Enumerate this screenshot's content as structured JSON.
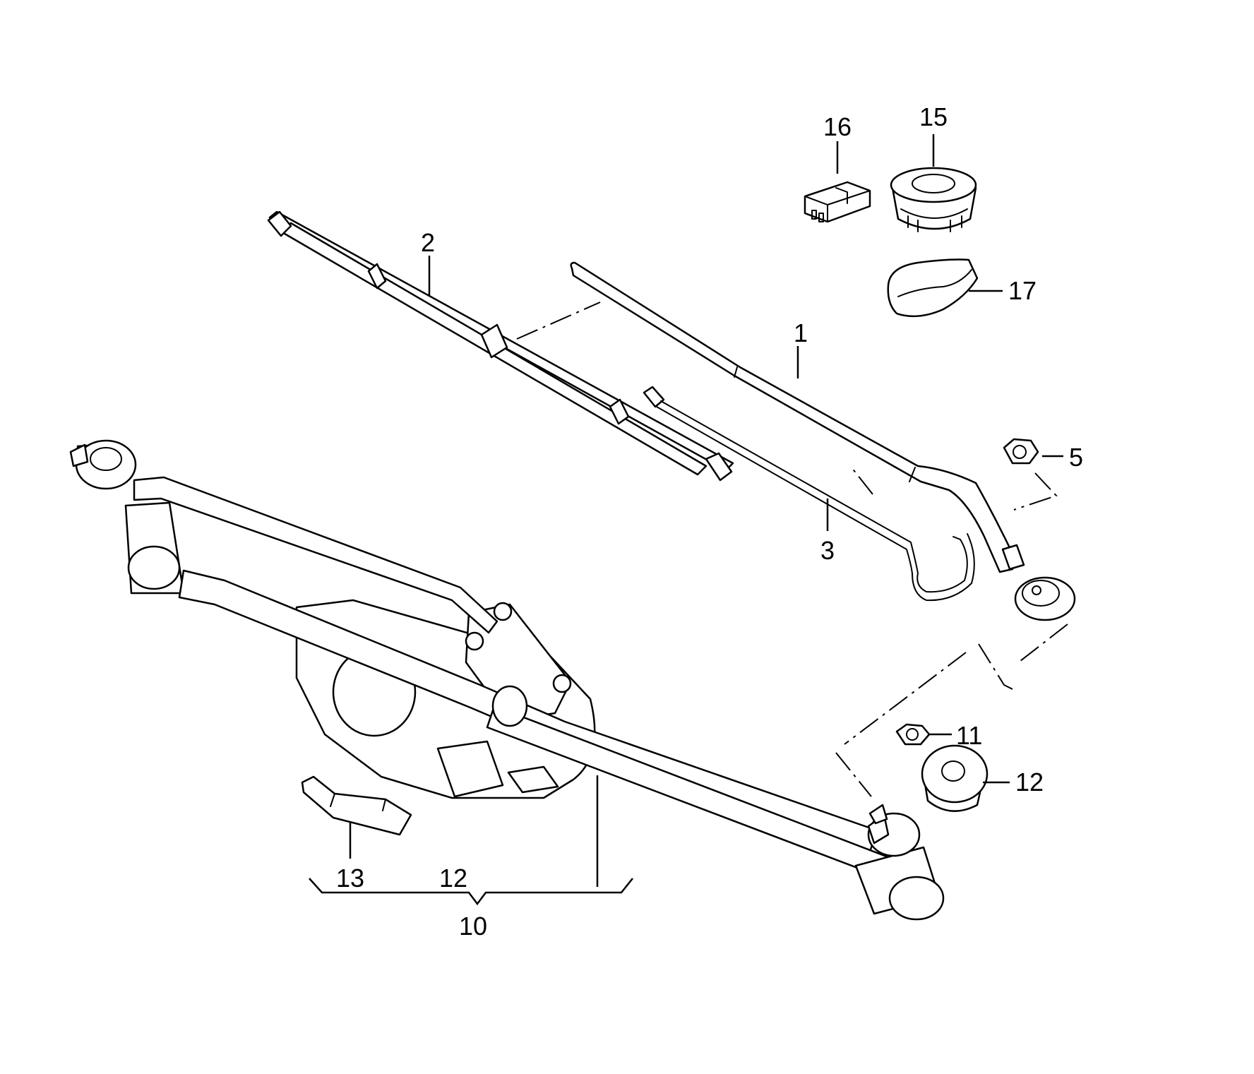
{
  "callouts": {
    "c1": "1",
    "c2": "2",
    "c3": "3",
    "c5": "5",
    "c10": "10",
    "c11": "11",
    "c12a": "12",
    "c12b": "12",
    "c13": "13",
    "c15": "15",
    "c16": "16",
    "c17": "17"
  }
}
